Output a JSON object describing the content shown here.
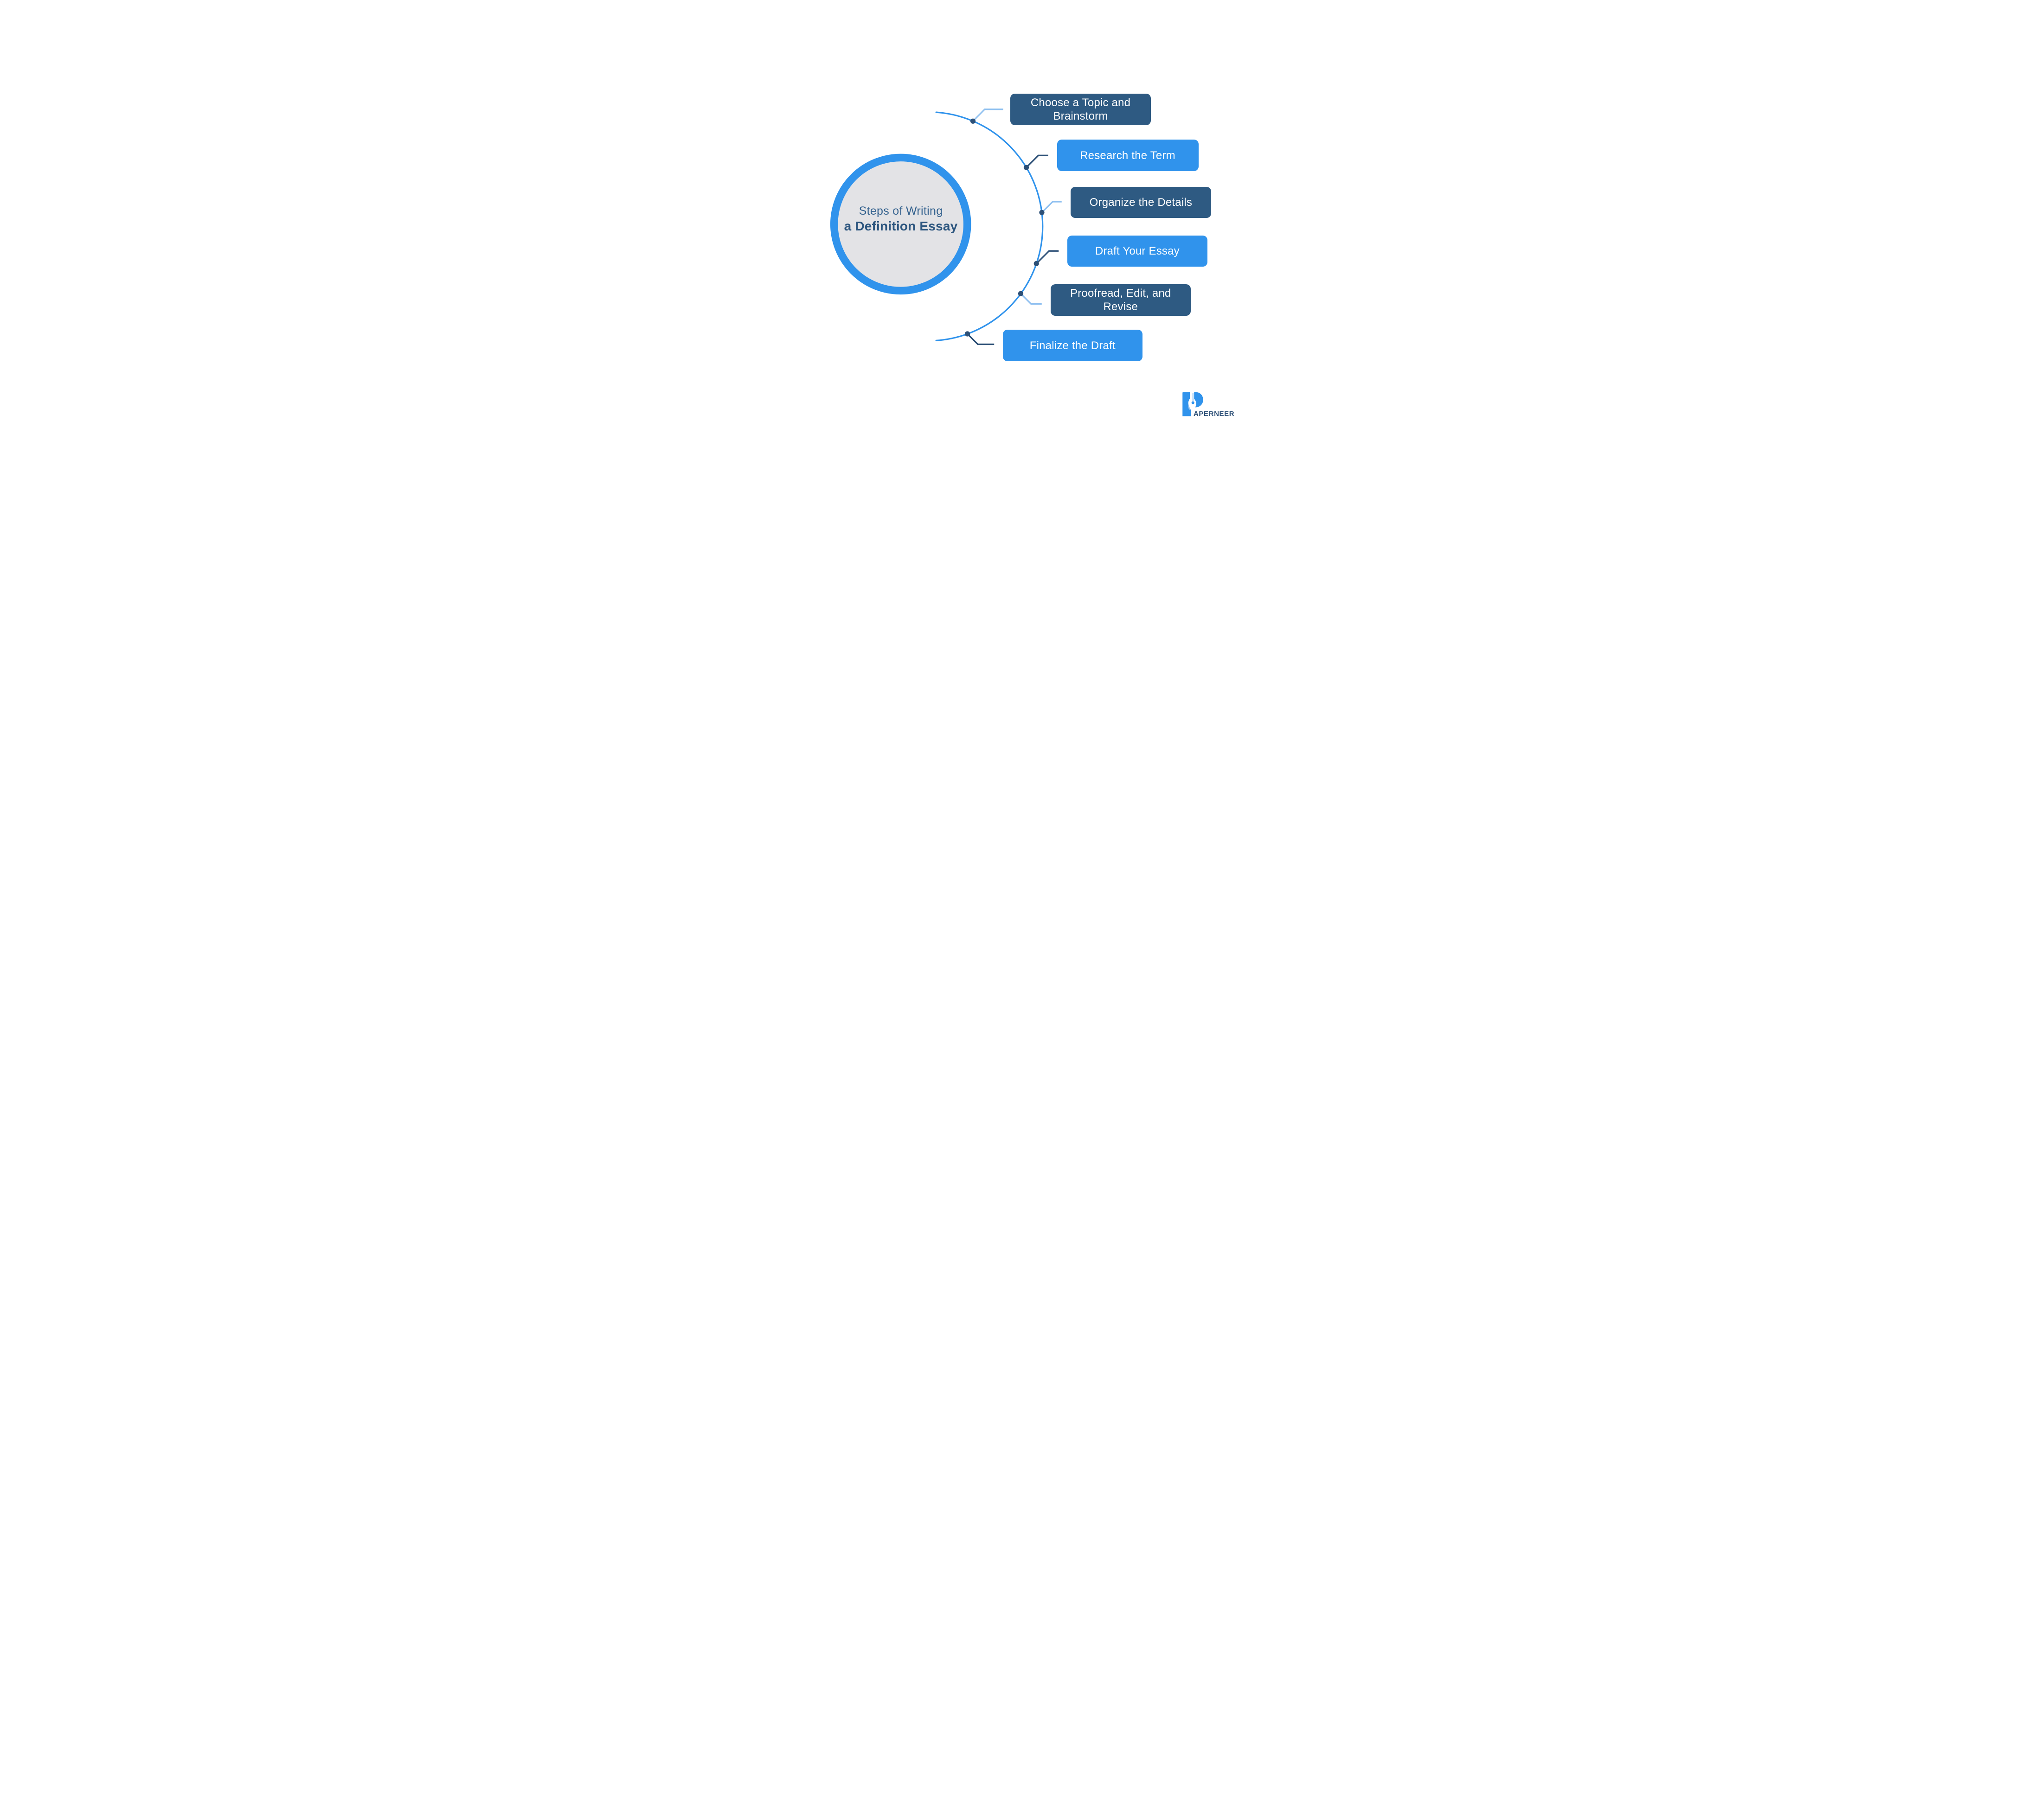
{
  "title": {
    "line1": "Steps of Writing",
    "line2": "a Definition Essay"
  },
  "steps": [
    {
      "label": "Choose a Topic and Brainstorm",
      "style": "dark-blue",
      "connector": "light-blue"
    },
    {
      "label": "Research the Term",
      "style": "light-blue",
      "connector": "dark-navy"
    },
    {
      "label": "Organize the Details",
      "style": "dark-blue",
      "connector": "light-blue"
    },
    {
      "label": "Draft Your Essay",
      "style": "light-blue",
      "connector": "dark-navy"
    },
    {
      "label": "Proofread, Edit, and Revise",
      "style": "dark-blue",
      "connector": "light-blue"
    },
    {
      "label": "Finalize the Draft",
      "style": "light-blue",
      "connector": "dark-navy"
    }
  ],
  "logo": {
    "wordmark": "APERNEER",
    "icon": "pen-nib-p-icon"
  },
  "colors": {
    "light_blue": "#3093EC",
    "dark_blue_box": "#2E5A82",
    "deep_navy_accent": "#2D5077",
    "light_connector": "#8FC0F0",
    "arc_blue": "#3093EC",
    "circle_ring": "#3093EC",
    "circle_fill": "#E3E3E6",
    "background": "#FFFFFF",
    "box_text": "#FFFFFF",
    "logo_accent_light": "#9CC6F0"
  }
}
